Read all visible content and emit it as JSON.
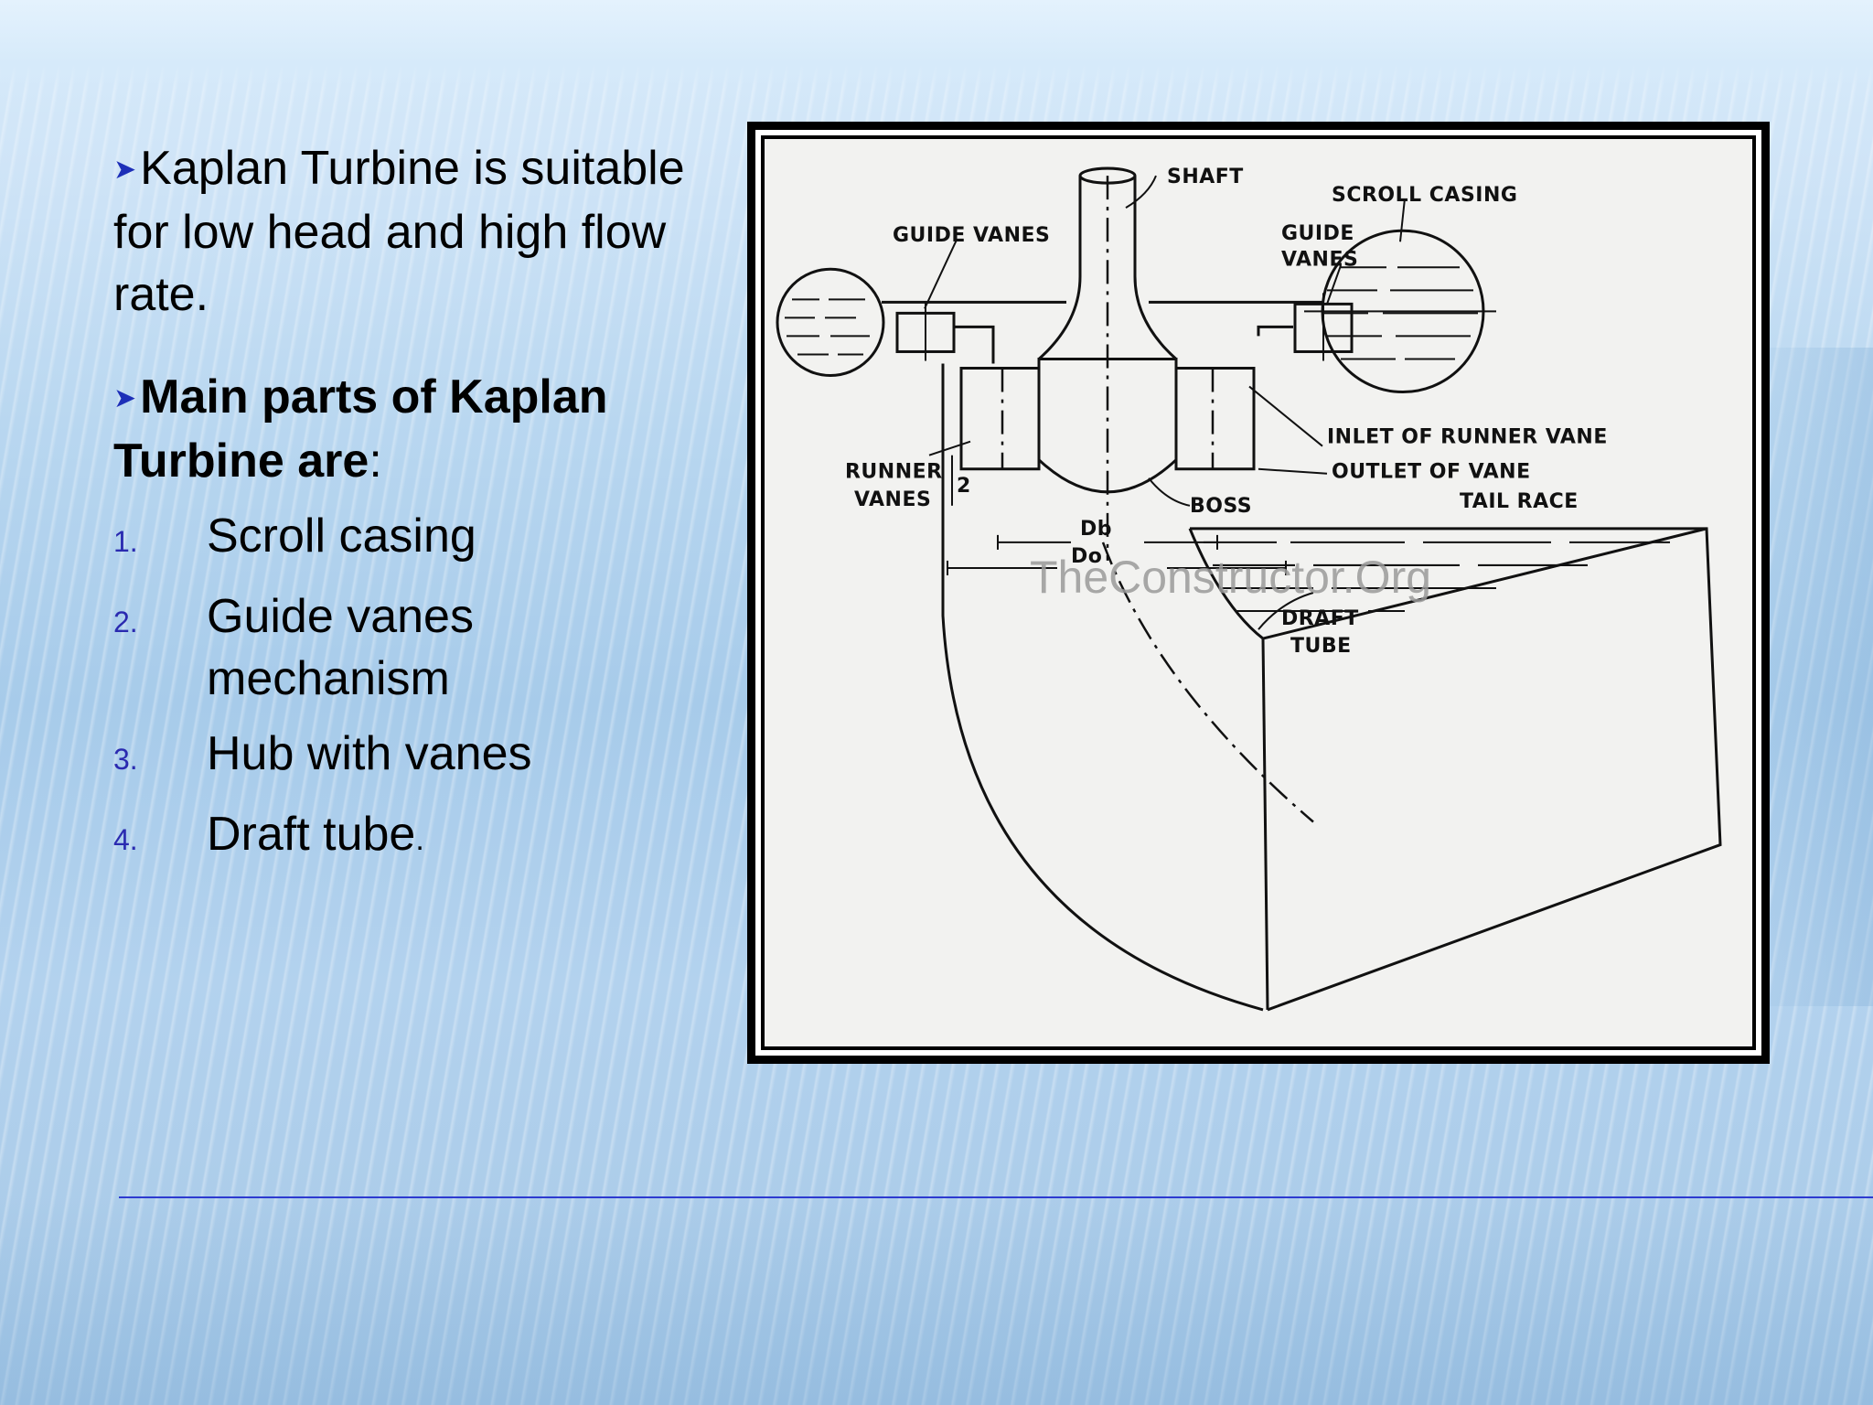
{
  "slide": {
    "bullet1": "Kaplan Turbine is suitable for low head and high flow rate.",
    "bullet2_bold": "Main parts of Kaplan Turbine are",
    "bullet2_tail": ":",
    "parts": [
      {
        "num": "1.",
        "label": "Scroll casing"
      },
      {
        "num": "2.",
        "label": "Guide vanes mechanism"
      },
      {
        "num": "3.",
        "label": "Hub with vanes"
      },
      {
        "num": "4.",
        "label": "Draft tube",
        "suffix": "."
      }
    ]
  },
  "diagram": {
    "labels": {
      "shaft": "SHAFT",
      "scroll_casing": "SCROLL CASING",
      "guide_vanes_left": "GUIDE VANES",
      "guide_vanes_right_1": "GUIDE",
      "guide_vanes_right_2": "VANES",
      "inlet": "INLET OF RUNNER VANE",
      "outlet": "OUTLET OF VANE",
      "runner_vanes_1": "RUNNER",
      "runner_vanes_2": "VANES",
      "boss": "BOSS",
      "tail_race": "TAIL RACE",
      "draft_tube_1": "DRAFT",
      "draft_tube_2": "TUBE",
      "z": "2",
      "db": "Db",
      "do": "Do"
    },
    "watermark": "TheConstructor.Org"
  },
  "theme": {
    "rule_color": "#2d3ad0",
    "arrow_color": "#1d2fb8",
    "number_color": "#2a2ab0"
  }
}
